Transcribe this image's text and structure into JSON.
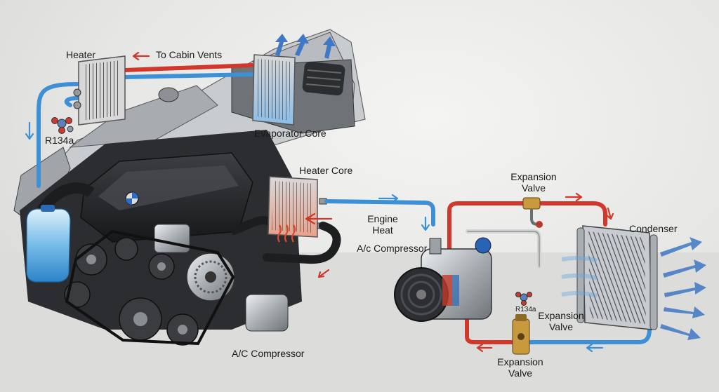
{
  "labels": {
    "heater": "Heater",
    "to_cabin_vents": "To Cabin Vents",
    "evaporator_core": "Evaporator Core",
    "r134a_top": "R134a",
    "heater_core": "Heater Core",
    "expansion_valve_top_line1": "Expansion",
    "expansion_valve_top_line2": "Valve",
    "condenser": "Condenser",
    "engine_heat_line1": "Engine",
    "engine_heat_line2": "Heat",
    "ac_compressor_mid": "A/c Compressor",
    "r134a_bottom": "R134a",
    "expansion_valve_right_line1": "Expansion",
    "expansion_valve_right_line2": "Valve",
    "expansion_valve_bottom_line1": "Expansion",
    "expansion_valve_bottom_line2": "Valve",
    "ac_compressor_bottom": "A/C Compressor"
  },
  "colors": {
    "hot_line": "#d2372b",
    "cold_line": "#3d8fd6",
    "airflow": "#3f78c4",
    "metal": "#8f9499",
    "engine": "#2a2c2f"
  }
}
